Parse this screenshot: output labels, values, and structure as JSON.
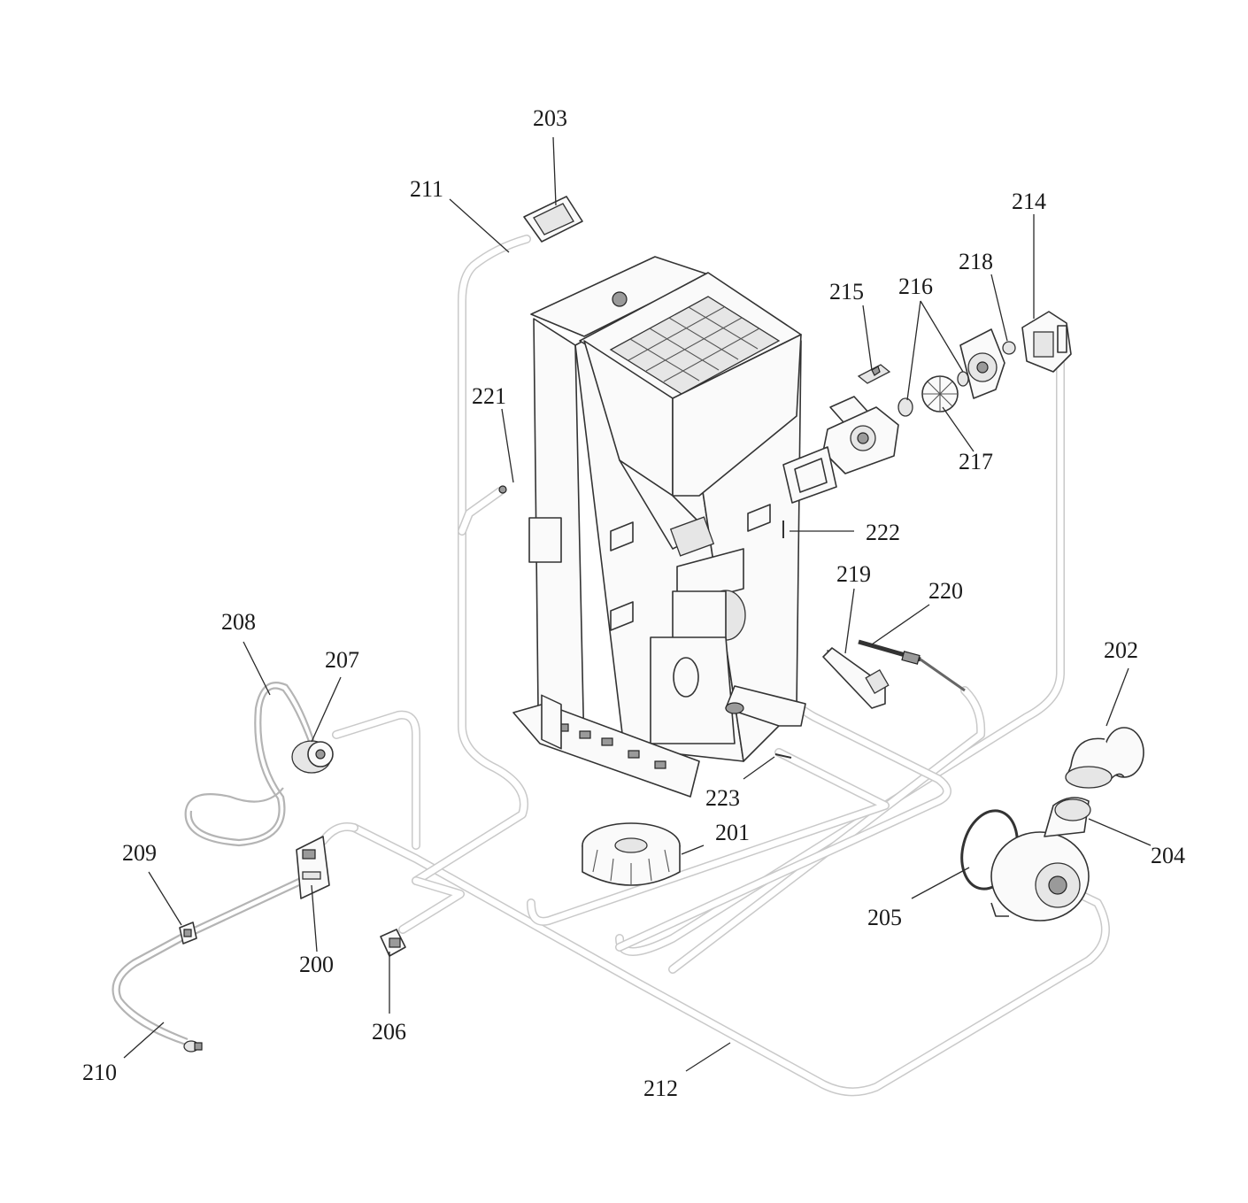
{
  "diagram": {
    "labels": {
      "p200": "200",
      "p201": "201",
      "p202": "202",
      "p203": "203",
      "p204": "204",
      "p205": "205",
      "p206": "206",
      "p207": "207",
      "p208": "208",
      "p209": "209",
      "p210": "210",
      "p211": "211",
      "p212": "212",
      "p214": "214",
      "p215": "215",
      "p216": "216",
      "p217": "217",
      "p218": "218",
      "p219": "219",
      "p220": "220",
      "p221": "221",
      "p222": "222",
      "p223": "223"
    }
  }
}
